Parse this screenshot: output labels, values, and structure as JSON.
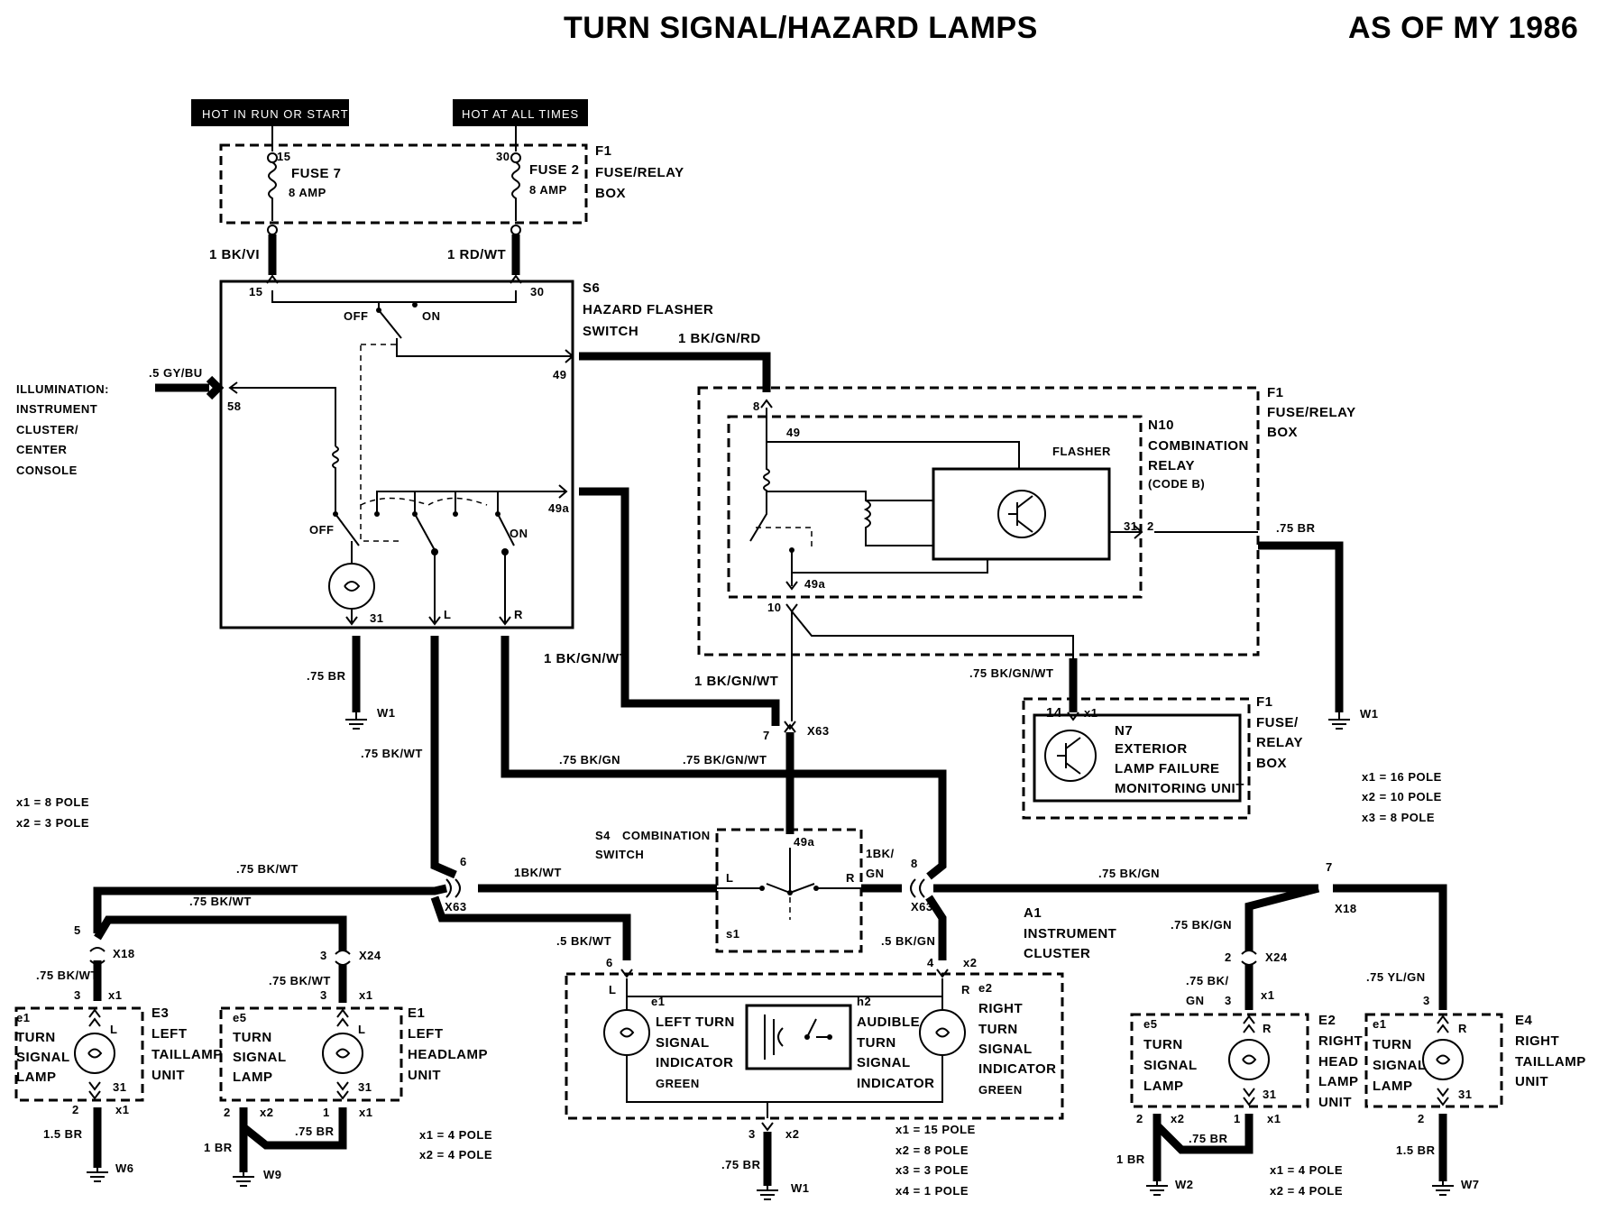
{
  "title": "TURN SIGNAL/HAZARD LAMPS",
  "model_year": "AS OF MY 1986",
  "headers": {
    "run_start": "HOT IN RUN OR START",
    "all_times": "HOT AT ALL TIMES"
  },
  "f1": {
    "id": "F1",
    "l1": "FUSE/RELAY",
    "l2": "BOX"
  },
  "fuse7": {
    "pin": "15",
    "name": "FUSE 7",
    "amp": "8 AMP"
  },
  "fuse2": {
    "pin": "30",
    "name": "FUSE 2",
    "amp": "8 AMP"
  },
  "wires": {
    "w_bkvi": "1 BK/VI",
    "w_rdwt": "1 RD/WT",
    "w_bkgnrd": "1 BK/GN/RD",
    "w_gybu": ".5 GY/BU",
    "w_br_s6": ".75 BR",
    "w_bkgnwt1": "1 BK/GN/WT",
    "w_bkgnwt2": "1 BK/GN/WT",
    "w_bkwt_l": ".75 BK/WT",
    "w_bkgn_mid": ".75 BK/GN",
    "w_bkgnwt3": ".75 BK/GN/WT",
    "w_br_relay": ".75 BR",
    "w_bkgnwt_n7": ".75 BK/GN/WT",
    "w_bkwt_a": ".75 BK/WT",
    "w_bkwt_b": ".75 BK/WT",
    "w_1bkwt": "1BK/WT",
    "w_1bkgn_a": "1BK/",
    "w_1bkgn_b": "GN",
    "w_bkgn_right": ".75 BK/GN",
    "w_bkgn_x24": ".75 BK/GN",
    "w_bkwt_e3": ".75 BK/WT",
    "w_bkwt_e1": ".75 BK/WT",
    "w_5bkwt": ".5 BK/WT",
    "w_5bkgn": ".5 BK/GN",
    "w_bkgn_e2a": ".75 BK/",
    "w_bkgn_e2b": "GN",
    "w_ylgn": ".75 YL/GN",
    "w_15br_l": "1.5 BR",
    "w_1br_e1": "1 BR",
    "w_br_e1": ".75 BR",
    "w_br_a1": ".75 BR",
    "w_1br_e2": "1 BR",
    "w_br_e2": ".75 BR",
    "w_15br_r": "1.5 BR"
  },
  "grounds": {
    "g1": "W1",
    "g2": "W1",
    "g3": "W6",
    "g4": "W9",
    "g5": "W1",
    "g6": "W2",
    "g7": "W7"
  },
  "s6": {
    "id": "S6",
    "l1": "HAZARD FLASHER",
    "l2": "SWITCH",
    "pins": {
      "p15": "15",
      "p30": "30",
      "p49": "49",
      "p58": "58",
      "p49a": "49a",
      "p31": "31",
      "pL": "L",
      "pR": "R"
    },
    "off1": "OFF",
    "on1": "ON",
    "off2": "OFF",
    "on2": "ON"
  },
  "illumination": [
    "ILLUMINATION:",
    "INSTRUMENT",
    "CLUSTER/",
    "CENTER",
    "CONSOLE"
  ],
  "f1_relay": {
    "id": "F1",
    "l1": "FUSE/RELAY",
    "l2": "BOX",
    "pin8": "8",
    "pin10": "10"
  },
  "n10": {
    "id": "N10",
    "l1": "COMBINATION",
    "l2": "RELAY",
    "l3": "(CODE B)",
    "flasher": "FLASHER",
    "p49": "49",
    "p49a": "49a",
    "p31": "31",
    "p2": "2"
  },
  "n7": {
    "id": "N7",
    "l1": "EXTERIOR",
    "l2": "LAMP FAILURE",
    "l3": "MONITORING UNIT",
    "pin": "14",
    "conn": "x1"
  },
  "f1_n7": {
    "id": "F1",
    "l1": "FUSE/",
    "l2": "RELAY",
    "l3": "BOX"
  },
  "poles_right": [
    "x1 = 16 POLE",
    "x2 = 10 POLE",
    "x3 = 8 POLE"
  ],
  "poles_left": [
    "x1 = 8 POLE",
    "x2 = 3 POLE"
  ],
  "x63": {
    "label": "X63",
    "pin7": "7",
    "pin6": "6",
    "pin8": "8"
  },
  "s4": {
    "id": "S4",
    "l1": "COMBINATION",
    "l2": "SWITCH",
    "p49a": "49a",
    "pL": "L",
    "pR": "R",
    "s1": "s1"
  },
  "a1": {
    "id": "A1",
    "l1": "INSTRUMENT",
    "l2": "CLUSTER",
    "p6": "6",
    "p4": "4",
    "x2a": "x2",
    "x2b": "x2",
    "p3": "3",
    "pL": "L",
    "pR": "R",
    "e1": {
      "id": "e1",
      "l1": "LEFT TURN",
      "l2": "SIGNAL",
      "l3": "INDICATOR",
      "color": "GREEN"
    },
    "h2": {
      "id": "h2",
      "l1": "AUDIBLE",
      "l2": "TURN",
      "l3": "SIGNAL",
      "l4": "INDICATOR"
    },
    "e2": {
      "id": "e2",
      "l1": "RIGHT",
      "l2": "TURN",
      "l3": "SIGNAL",
      "l4": "INDICATOR",
      "color": "GREEN"
    }
  },
  "poles_a1": [
    "x1 = 15 POLE",
    "x2 = 8 POLE",
    "x3 = 3 POLE",
    "x4 = 1 POLE"
  ],
  "e3": {
    "id": "E3",
    "l1": "LEFT",
    "l2": "TAILLAMP",
    "l3": "UNIT",
    "lamp_id": "e1",
    "lamp1": "TURN",
    "lamp2": "SIGNAL",
    "lamp3": "LAMP",
    "x18": "X18",
    "p5": "5",
    "p3": "3",
    "x1a": "x1",
    "p2": "2",
    "x1b": "x1",
    "pL": "L",
    "p31": "31"
  },
  "e1u": {
    "id": "E1",
    "l1": "LEFT",
    "l2": "HEADLAMP",
    "l3": "UNIT",
    "lamp_id": "e5",
    "lamp1": "TURN",
    "lamp2": "SIGNAL",
    "lamp3": "LAMP",
    "x24": "X24",
    "p3a": "3",
    "p3b": "3",
    "x1a": "x1",
    "p2": "2",
    "x2": "x2",
    "p1": "1",
    "x1b": "x1",
    "pL": "L",
    "p31": "31"
  },
  "poles_e1": [
    "x1 = 4 POLE",
    "x2 = 4 POLE"
  ],
  "e2u": {
    "id": "E2",
    "l1": "RIGHT",
    "l2": "HEAD",
    "l3": "LAMP",
    "l4": "UNIT",
    "lamp_id": "e5",
    "lamp1": "TURN",
    "lamp2": "SIGNAL",
    "lamp3": "LAMP",
    "x24": "X24",
    "p2a": "2",
    "p3": "3",
    "x1a": "x1",
    "p2b": "2",
    "x2": "x2",
    "p1": "1",
    "x1b": "x1",
    "pR": "R",
    "p31": "31"
  },
  "poles_e2": [
    "x1 = 4 POLE",
    "x2 = 4 POLE"
  ],
  "e4": {
    "id": "E4",
    "l1": "RIGHT",
    "l2": "TAILLAMP",
    "l3": "UNIT",
    "lamp_id": "e1",
    "lamp1": "TURN",
    "lamp2": "SIGNAL",
    "lamp3": "LAMP",
    "x18": "X18",
    "p7": "7",
    "p3": "3",
    "p2": "2",
    "pR": "R",
    "p31": "31"
  }
}
